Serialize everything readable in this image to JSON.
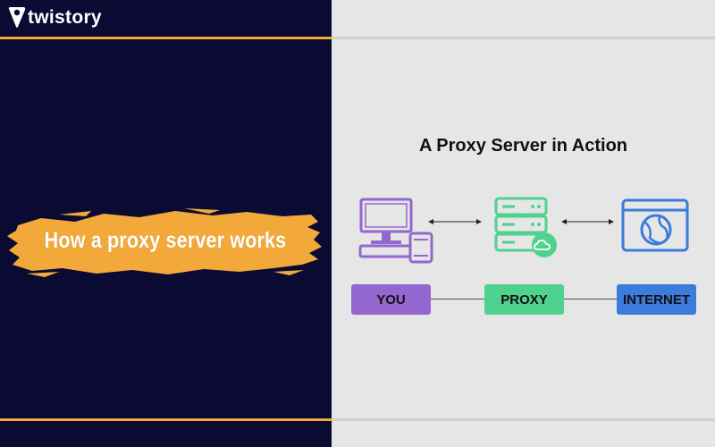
{
  "brand": {
    "name": "twistory"
  },
  "banner": {
    "text": "How a proxy server works"
  },
  "diagram": {
    "title": "A Proxy Server in Action",
    "nodes": [
      {
        "label": "YOU",
        "color": "#9466cf",
        "icon": "computer-phone-icon"
      },
      {
        "label": "PROXY",
        "color": "#4fd28e",
        "icon": "server-cloud-icon"
      },
      {
        "label": "INTERNET",
        "color": "#3a7bdc",
        "icon": "browser-globe-icon"
      }
    ]
  },
  "colors": {
    "left_background": "#0a0a33",
    "right_background": "#e6e6e6",
    "accent_orange": "#f3a93a"
  }
}
